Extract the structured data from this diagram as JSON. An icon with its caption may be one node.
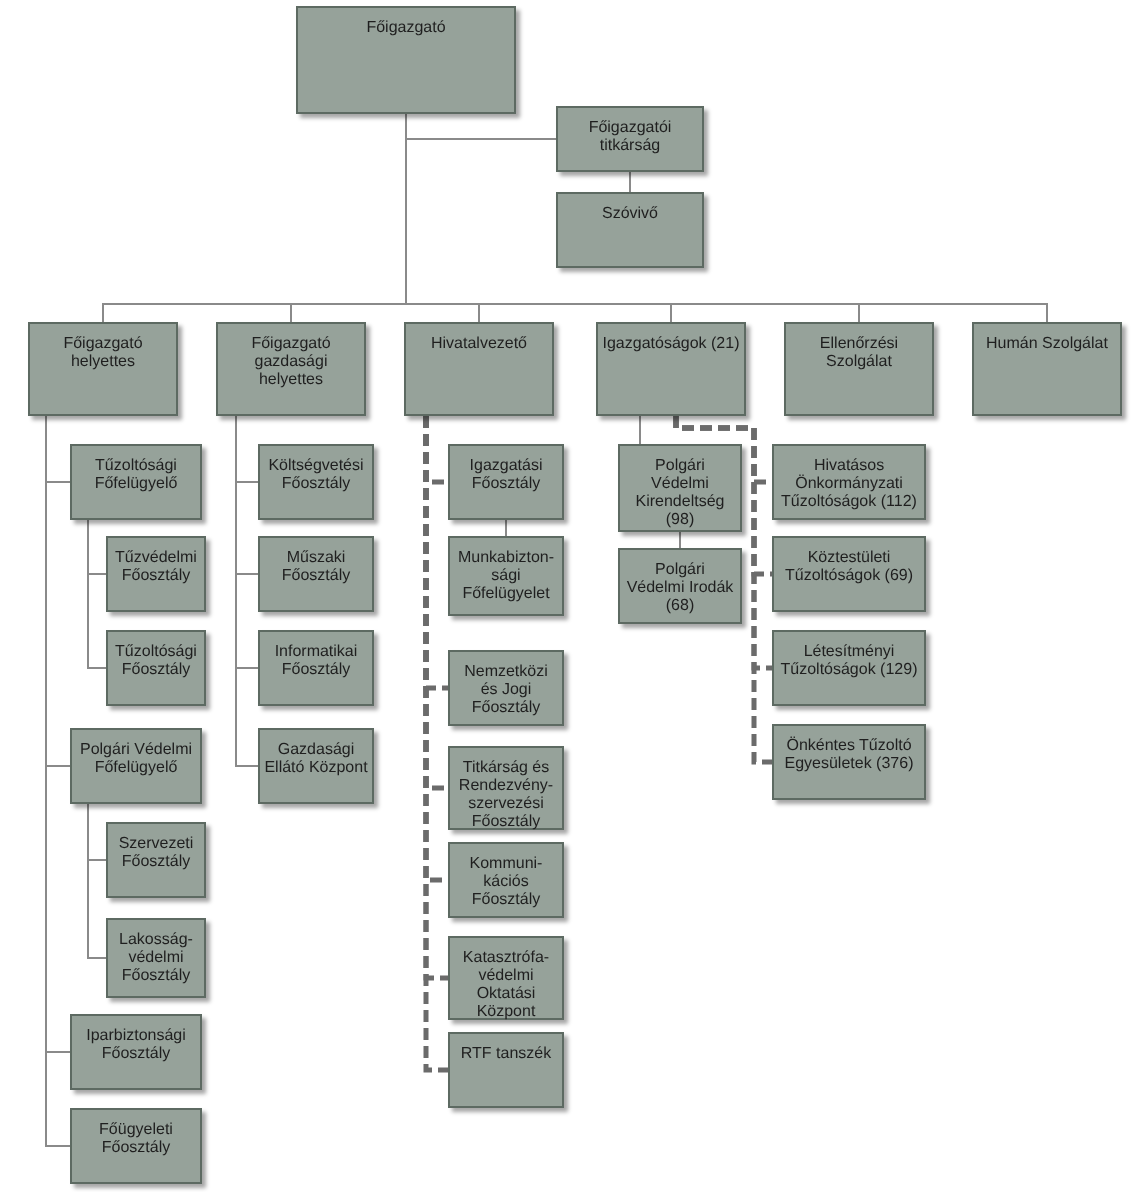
{
  "diagram": {
    "nodes": [
      {
        "text": [
          "Főigazgató"
        ]
      },
      {
        "text": [
          "Főigazgatói titkárság"
        ]
      },
      {
        "text": [
          "Szóvivő"
        ]
      },
      {
        "text": [
          "Főigazgató helyettes"
        ]
      },
      {
        "text": [
          "Főigazgató gazdasági helyettes"
        ]
      },
      {
        "text": [
          "Hivatalvezető"
        ]
      },
      {
        "text": [
          "Igazgatóságok (21)"
        ]
      },
      {
        "text": [
          "Ellenőrzési Szolgálat"
        ]
      },
      {
        "text": [
          "Humán Szolgálat"
        ]
      },
      {
        "text": [
          "Tűzoltósági Főfelügyelő"
        ]
      },
      {
        "text": [
          "Tűzvédelmi Főosztály"
        ]
      },
      {
        "text": [
          "Tűzoltósági Főosztály"
        ]
      },
      {
        "text": [
          "Polgári Védelmi Főfelügyelő"
        ]
      },
      {
        "text": [
          "Szervezeti Főosztály"
        ]
      },
      {
        "text": [
          "Lakosság-védelmi Főosztály"
        ]
      },
      {
        "text": [
          "Iparbiztonsági Főosztály"
        ]
      },
      {
        "text": [
          "Főügyeleti Főosztály"
        ]
      },
      {
        "text": [
          "Költségvetési Főosztály"
        ]
      },
      {
        "text": [
          "Műszaki Főosztály"
        ]
      },
      {
        "text": [
          "Informatikai Főosztály"
        ]
      },
      {
        "text": [
          "Gazdasági Ellátó Központ"
        ]
      },
      {
        "text": [
          "Igazgatási Főosztály"
        ]
      },
      {
        "text": [
          "Munkabizton-sági Főfelügyelet"
        ]
      },
      {
        "text": [
          "Nemzetközi és Jogi Főosztály"
        ]
      },
      {
        "text": [
          "Titkárság és Rendezvény-szervezési Főosztály"
        ]
      },
      {
        "text": [
          "Kommuni-kációs Főosztály"
        ]
      },
      {
        "text": [
          "Katasztrófa-védelmi Oktatási Központ"
        ]
      },
      {
        "text": [
          "RTF tanszék"
        ]
      },
      {
        "text": [
          "Polgári Védelmi Kirendeltség (98)"
        ]
      },
      {
        "text": [
          "Polgári Védelmi Irodák (68)"
        ]
      },
      {
        "text": [
          "Hivatásos Önkormányzati Tűzoltóságok (112)"
        ]
      },
      {
        "text": [
          "Köztestületi Tűzoltóságok (69)"
        ]
      },
      {
        "text": [
          "Létesítményi Tűzoltóságok (129)"
        ]
      },
      {
        "text": [
          "Önkéntes Tűzoltó Egyesületek (376)"
        ]
      }
    ],
    "edges": [
      {
        "from": 0,
        "to": 1,
        "arrow": "none"
      },
      {
        "from": 1,
        "to": 2,
        "arrow": "none"
      },
      {
        "from": 0,
        "to": 3,
        "arrow": "none"
      },
      {
        "from": 0,
        "to": 4,
        "arrow": "none"
      },
      {
        "from": 0,
        "to": 5,
        "arrow": "none"
      },
      {
        "from": 0,
        "to": 6,
        "arrow": "none"
      },
      {
        "from": 0,
        "to": 7,
        "arrow": "none"
      },
      {
        "from": 0,
        "to": 8,
        "arrow": "none"
      },
      {
        "from": 3,
        "to": 9,
        "arrow": "none"
      },
      {
        "from": 9,
        "to": 10,
        "arrow": "none"
      },
      {
        "from": 9,
        "to": 11,
        "arrow": "none"
      },
      {
        "from": 3,
        "to": 12,
        "arrow": "none"
      },
      {
        "from": 12,
        "to": 13,
        "arrow": "none"
      },
      {
        "from": 12,
        "to": 14,
        "arrow": "none"
      },
      {
        "from": 3,
        "to": 15,
        "arrow": "none"
      },
      {
        "from": 3,
        "to": 16,
        "arrow": "none"
      },
      {
        "from": 4,
        "to": 17,
        "arrow": "none"
      },
      {
        "from": 4,
        "to": 18,
        "arrow": "none"
      },
      {
        "from": 4,
        "to": 19,
        "arrow": "none"
      },
      {
        "from": 4,
        "to": 20,
        "arrow": "none"
      },
      {
        "from": 5,
        "to": 21,
        "arrow": "none",
        "style": "dashed"
      },
      {
        "from": 21,
        "to": 22,
        "arrow": "none"
      },
      {
        "from": 5,
        "to": 23,
        "arrow": "none",
        "style": "dashed"
      },
      {
        "from": 5,
        "to": 24,
        "arrow": "none",
        "style": "dashed"
      },
      {
        "from": 5,
        "to": 25,
        "arrow": "none",
        "style": "dashed"
      },
      {
        "from": 5,
        "to": 26,
        "arrow": "none",
        "style": "dashed"
      },
      {
        "from": 5,
        "to": 27,
        "arrow": "none",
        "style": "dashed"
      },
      {
        "from": 6,
        "to": 28,
        "arrow": "none"
      },
      {
        "from": 28,
        "to": 29,
        "arrow": "none"
      },
      {
        "from": 6,
        "to": 30,
        "arrow": "none",
        "style": "dashed"
      },
      {
        "from": 6,
        "to": 31,
        "arrow": "none",
        "style": "dashed"
      },
      {
        "from": 6,
        "to": 32,
        "arrow": "none",
        "style": "dashed"
      },
      {
        "from": 6,
        "to": 33,
        "arrow": "none",
        "style": "dashed"
      }
    ]
  }
}
